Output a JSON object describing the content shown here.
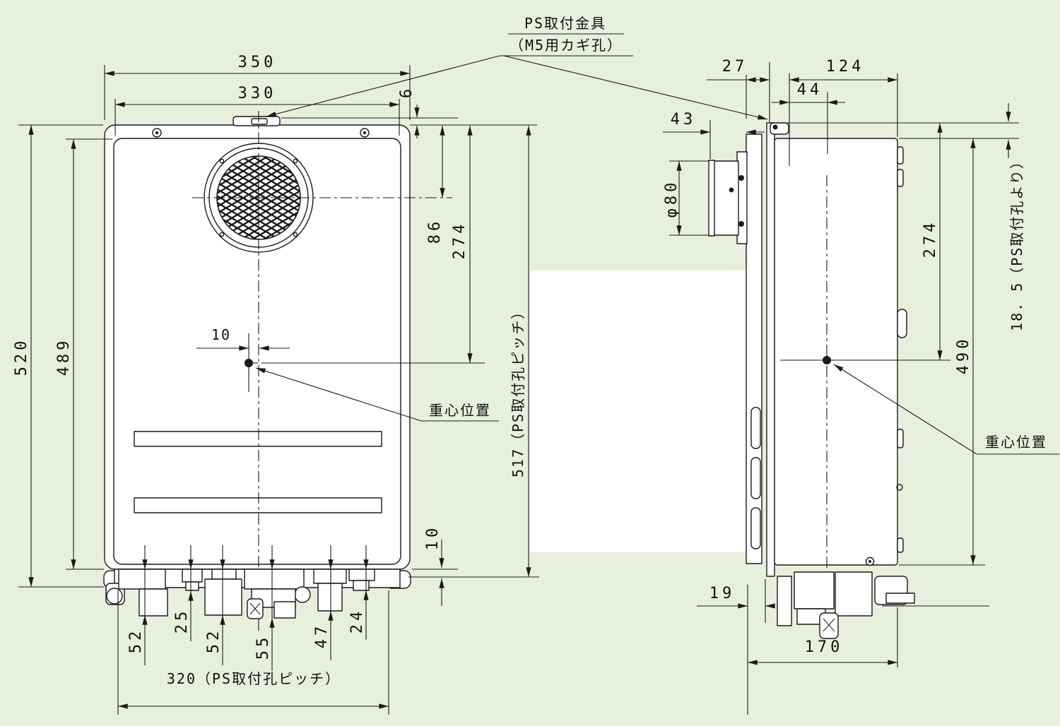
{
  "drawing": {
    "bg_color": "#e8efdd",
    "line_color": "#1a1a1a",
    "callout": {
      "line1": "PS取付金具",
      "line2": "（M5用カギ孔）"
    },
    "front_view": {
      "dims": {
        "w350": "350",
        "w330": "330",
        "d6": "6",
        "d86": "86",
        "d274": "274",
        "v517": "517（PS取付孔ピッチ）",
        "h520": "520",
        "h489": "489",
        "cg10": "10",
        "b10": "10",
        "c52a": "52",
        "c25": "25",
        "c52b": "52",
        "c55": "55",
        "c47": "47",
        "c24": "24",
        "h320": "320（PS取付孔ピッチ）"
      },
      "cg_label": "重心位置"
    },
    "side_view": {
      "dims": {
        "d27": "27",
        "d124": "124",
        "d44": "44",
        "d43": "43",
        "dia80": "φ80",
        "ps185": "18. 5（PS取付孔より）",
        "d274": "274",
        "d490": "490",
        "d19": "19",
        "d170": "170"
      },
      "cg_label": "重心位置"
    }
  }
}
